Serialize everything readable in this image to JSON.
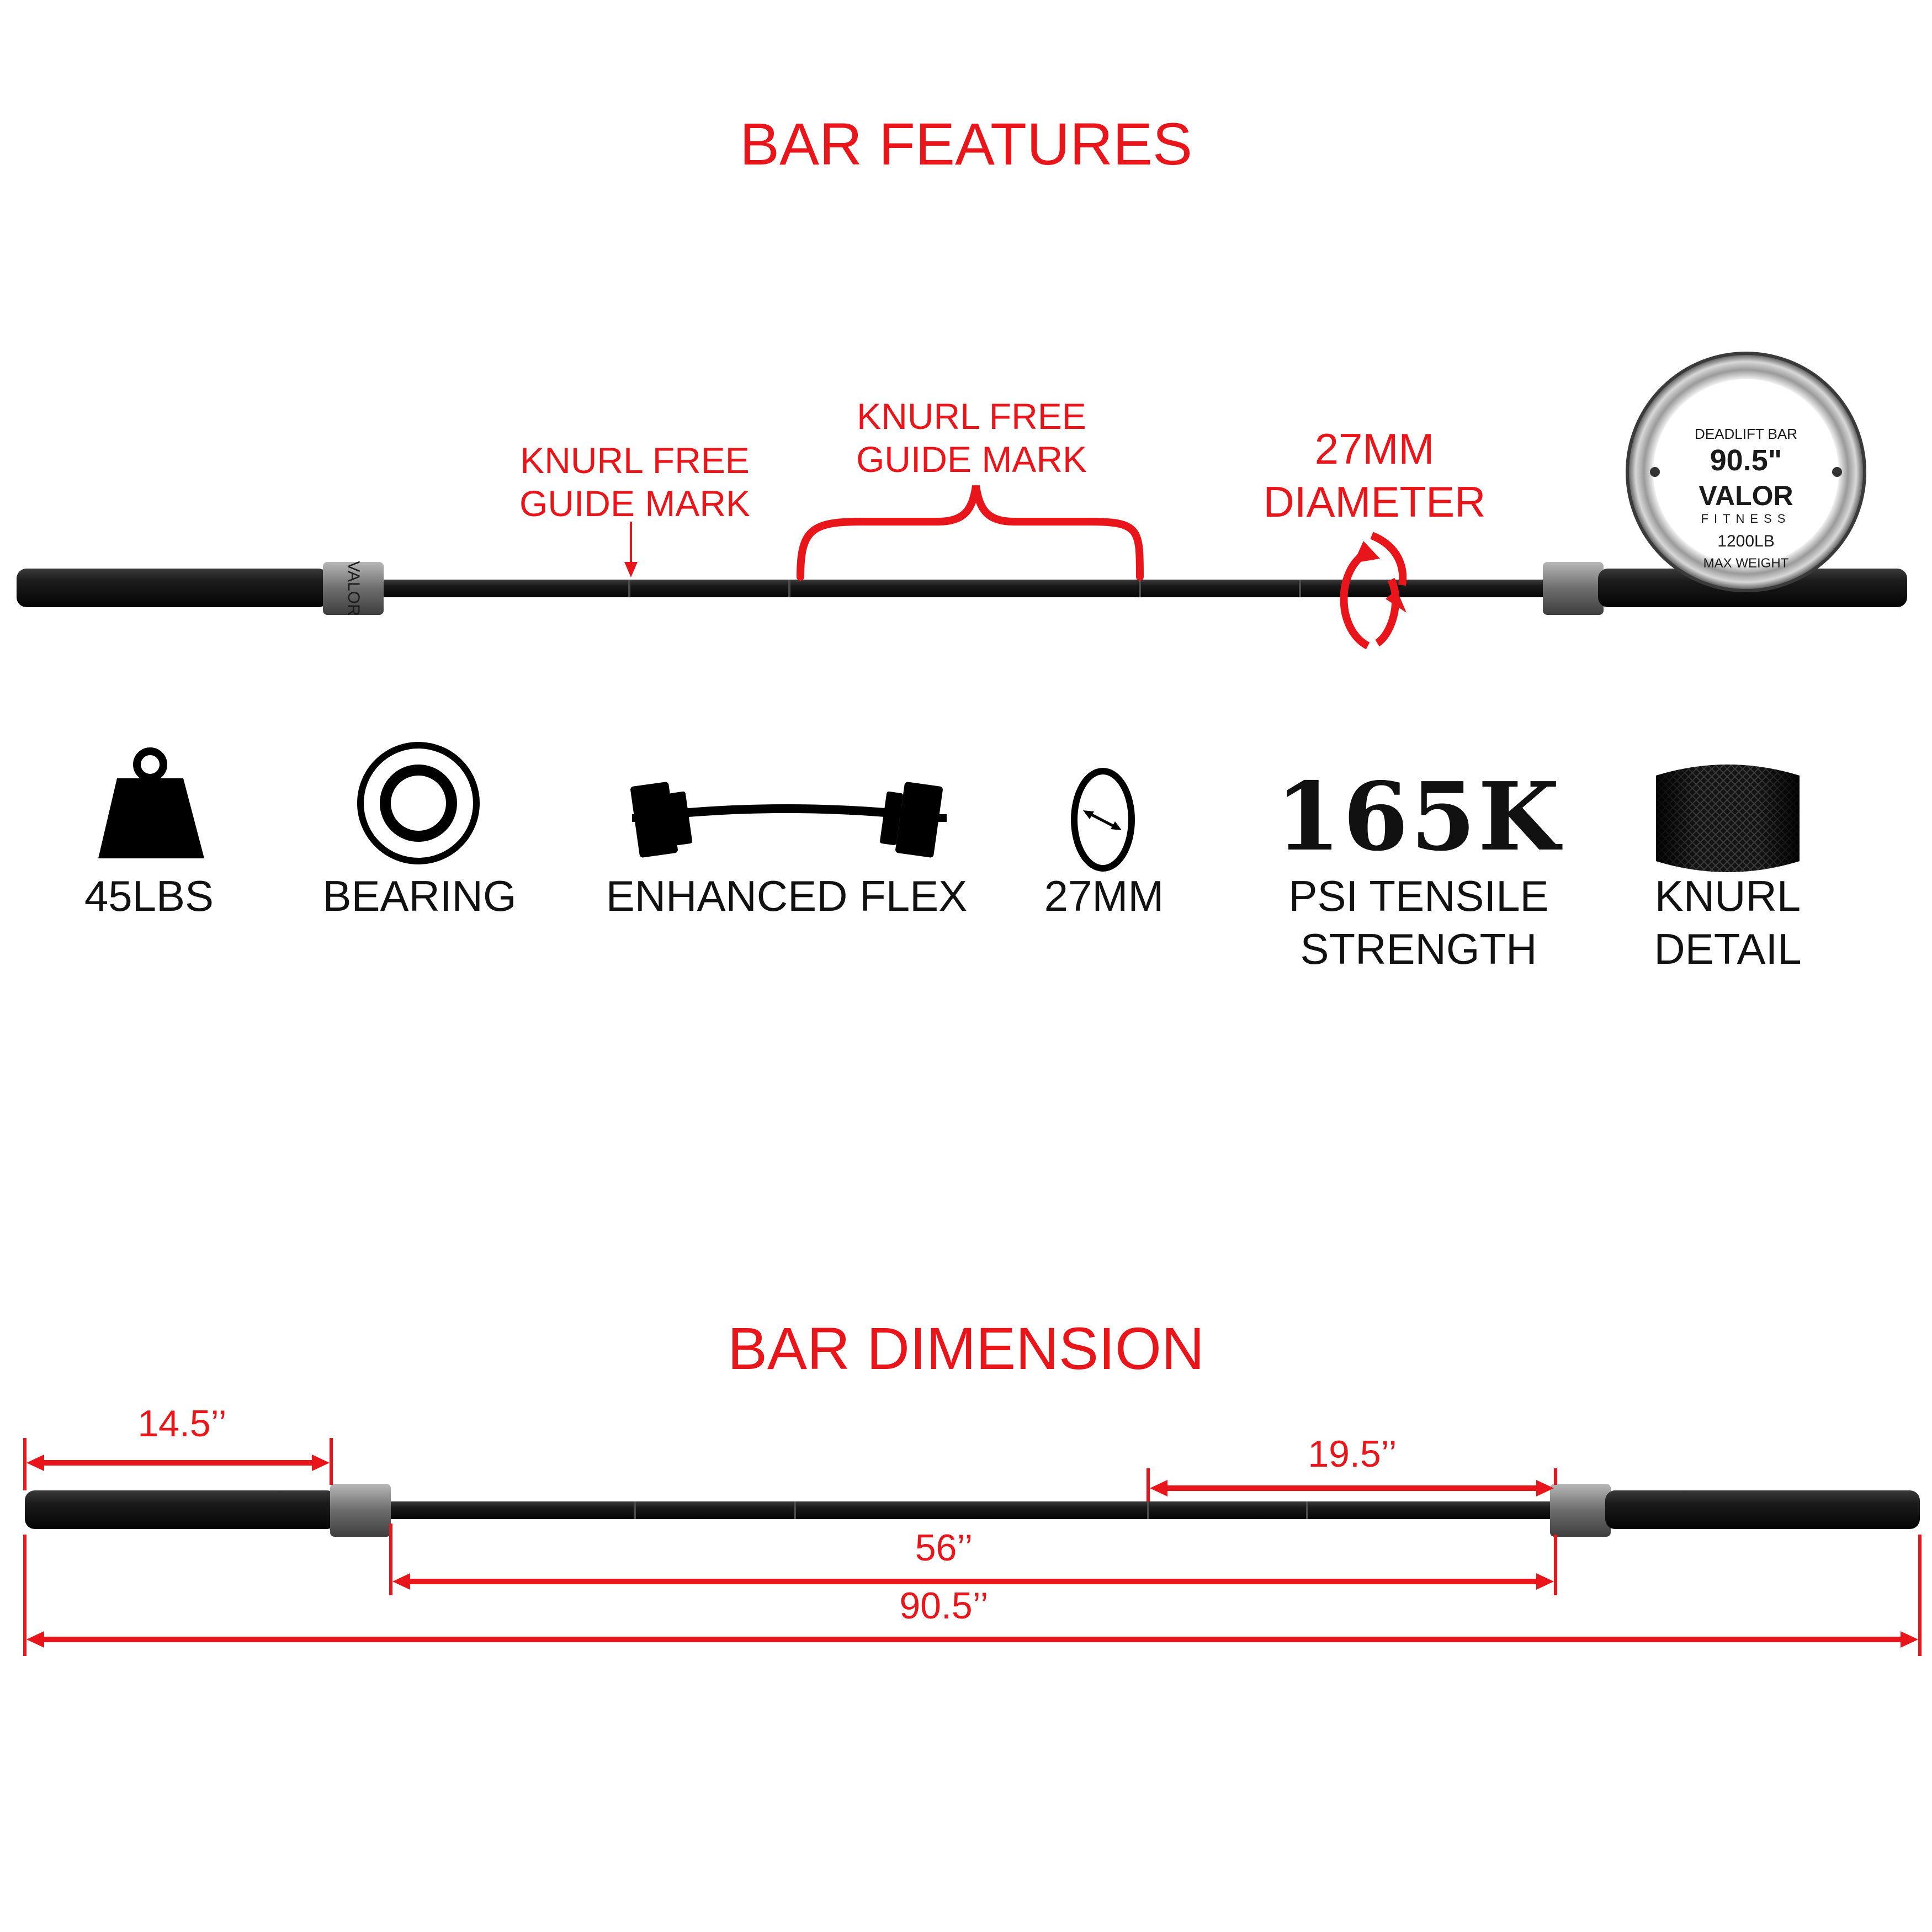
{
  "features": {
    "title": "BAR FEATURES",
    "guide_mark_single": {
      "line1": "KNURL FREE",
      "line2": "GUIDE MARK"
    },
    "guide_mark_brace": {
      "line1": "KNURL FREE",
      "line2": "GUIDE MARK"
    },
    "diameter": {
      "line1": "27MM",
      "line2": "DIAMETER"
    },
    "end_cap": {
      "top": "DEADLIFT BAR",
      "length": "90.5\"",
      "brand": "VALOR",
      "brand_sub": "FITNESS",
      "capacity": "1200LB",
      "bottom": "MAX WEIGHT"
    },
    "sleeve_logo": "VALOR"
  },
  "icons": [
    {
      "icon": "weight-icon",
      "label_lines": [
        "45LBS"
      ]
    },
    {
      "icon": "bearing-icon",
      "label_lines": [
        "BEARING"
      ]
    },
    {
      "icon": "flexing-barbell-icon",
      "label_lines": [
        "ENHANCED FLEX"
      ]
    },
    {
      "icon": "diameter-icon",
      "label_lines": [
        "27MM"
      ]
    },
    {
      "icon": "tensile-number",
      "value": "165K",
      "label_lines": [
        "PSI TENSILE",
        "STRENGTH"
      ]
    },
    {
      "icon": "knurl-texture-icon",
      "label_lines": [
        "KNURL",
        "DETAIL"
      ]
    }
  ],
  "dimensions": {
    "title": "BAR DIMENSION",
    "sleeve_length": "14.5’’",
    "guide_to_collar": "19.5’’",
    "shaft_length": "56’’",
    "total_length": "90.5’’"
  },
  "colors": {
    "accent": "#e8161b",
    "bar": "#151515",
    "sleeve_ring": "#7a7a7a"
  }
}
